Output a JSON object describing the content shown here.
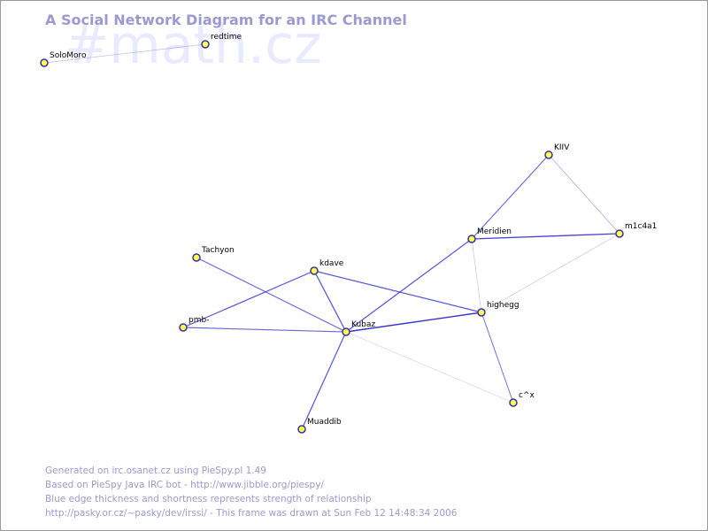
{
  "header": {
    "title": "A Social Network Diagram for an IRC Channel",
    "watermark": "#math.cz"
  },
  "graph": {
    "colors": {
      "edge": "#3333cc",
      "node_fill": "#ffff55",
      "node_stroke": "#333399",
      "label": "#000000"
    },
    "nodes": [
      {
        "id": "SoloMoro",
        "label": "SoloMoro"
      },
      {
        "id": "redtime",
        "label": "redtime"
      },
      {
        "id": "KIIV",
        "label": "KIIV"
      },
      {
        "id": "m1c4a1",
        "label": "m1c4a1"
      },
      {
        "id": "Meridien",
        "label": "Meridien"
      },
      {
        "id": "Tachyon",
        "label": "Tachyon"
      },
      {
        "id": "kdave",
        "label": "kdave"
      },
      {
        "id": "highegg",
        "label": "highegg"
      },
      {
        "id": "pmb-",
        "label": "pmb-"
      },
      {
        "id": "Kubaz",
        "label": "Kubaz"
      },
      {
        "id": "c^x",
        "label": "c^x"
      },
      {
        "id": "Muaddib",
        "label": "Muaddib"
      }
    ],
    "edges": [
      {
        "source": "SoloMoro",
        "target": "redtime",
        "strength": 0.15
      },
      {
        "source": "KIIV",
        "target": "Meridien",
        "strength": 0.7
      },
      {
        "source": "KIIV",
        "target": "m1c4a1",
        "strength": 0.3
      },
      {
        "source": "Meridien",
        "target": "m1c4a1",
        "strength": 0.9
      },
      {
        "source": "Meridien",
        "target": "Kubaz",
        "strength": 0.8
      },
      {
        "source": "Meridien",
        "target": "highegg",
        "strength": 0.15
      },
      {
        "source": "m1c4a1",
        "target": "highegg",
        "strength": 0.15
      },
      {
        "source": "Tachyon",
        "target": "Kubaz",
        "strength": 0.7
      },
      {
        "source": "kdave",
        "target": "Kubaz",
        "strength": 0.8
      },
      {
        "source": "kdave",
        "target": "highegg",
        "strength": 0.8
      },
      {
        "source": "kdave",
        "target": "pmb-",
        "strength": 0.8
      },
      {
        "source": "pmb-",
        "target": "Kubaz",
        "strength": 0.7
      },
      {
        "source": "Kubaz",
        "target": "highegg",
        "strength": 1.0
      },
      {
        "source": "Kubaz",
        "target": "c^x",
        "strength": 0.1
      },
      {
        "source": "Kubaz",
        "target": "Muaddib",
        "strength": 0.8
      },
      {
        "source": "highegg",
        "target": "c^x",
        "strength": 0.6
      }
    ]
  },
  "footer": {
    "line1": "Generated on irc.osanet.cz using PieSpy.pl 1.49",
    "line2": "Based on PieSpy Java IRC bot - http://www.jibble.org/piespy/",
    "line3": "Blue edge thickness and shortness represents strength of relationship",
    "line4": "http://pasky.or.cz/~pasky/dev/irssi/ - This frame was drawn at Sun Feb 12 14:48:34 2006"
  }
}
